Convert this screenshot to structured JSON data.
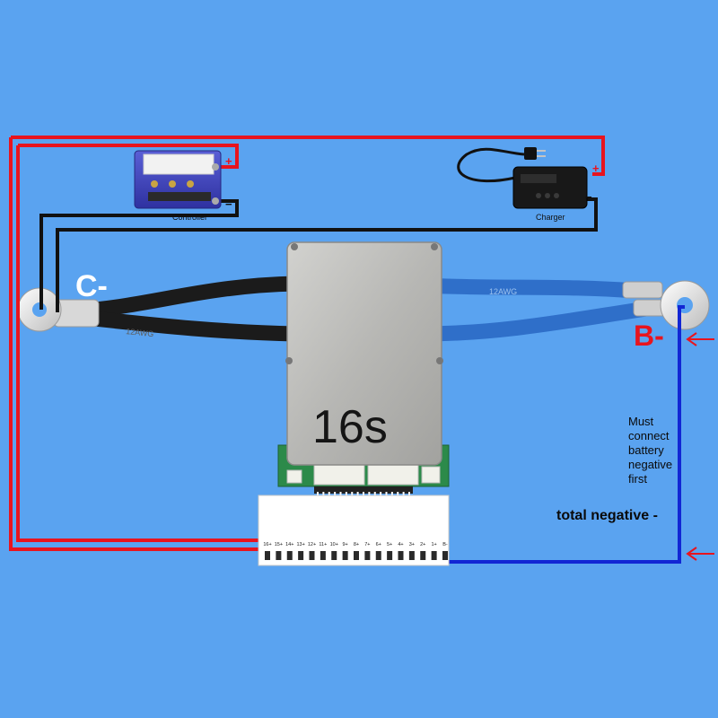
{
  "labels": {
    "c_minus": "C-",
    "b_minus": "B-",
    "bms_name": "16s",
    "must_connect": "Must connect battery negative first",
    "total_negative": "total negative -",
    "controller": "Controller",
    "charger": "Charger",
    "plus": "+",
    "minus": "−",
    "wire_gauge": "12AWG"
  },
  "balance_pins": [
    "16+",
    "15+",
    "14+",
    "13+",
    "12+",
    "11+",
    "10+",
    "9+",
    "8+",
    "7+",
    "6+",
    "5+",
    "4+",
    "3+",
    "2+",
    "1+",
    "B-"
  ],
  "colors": {
    "background": "#5aa3f0",
    "positive_wire": "#e8141e",
    "negative_wire": "#111111",
    "battery_negative_wire": "#1226d4",
    "thick_blue_cable": "#2f6fc9",
    "thick_black_cable": "#1b1b1b",
    "bms_plate": "#b9b9b6",
    "controller_body": "#3c40b8"
  },
  "icons": [
    "ring-terminal-icon",
    "arrow-left-icon",
    "power-plug-icon"
  ]
}
